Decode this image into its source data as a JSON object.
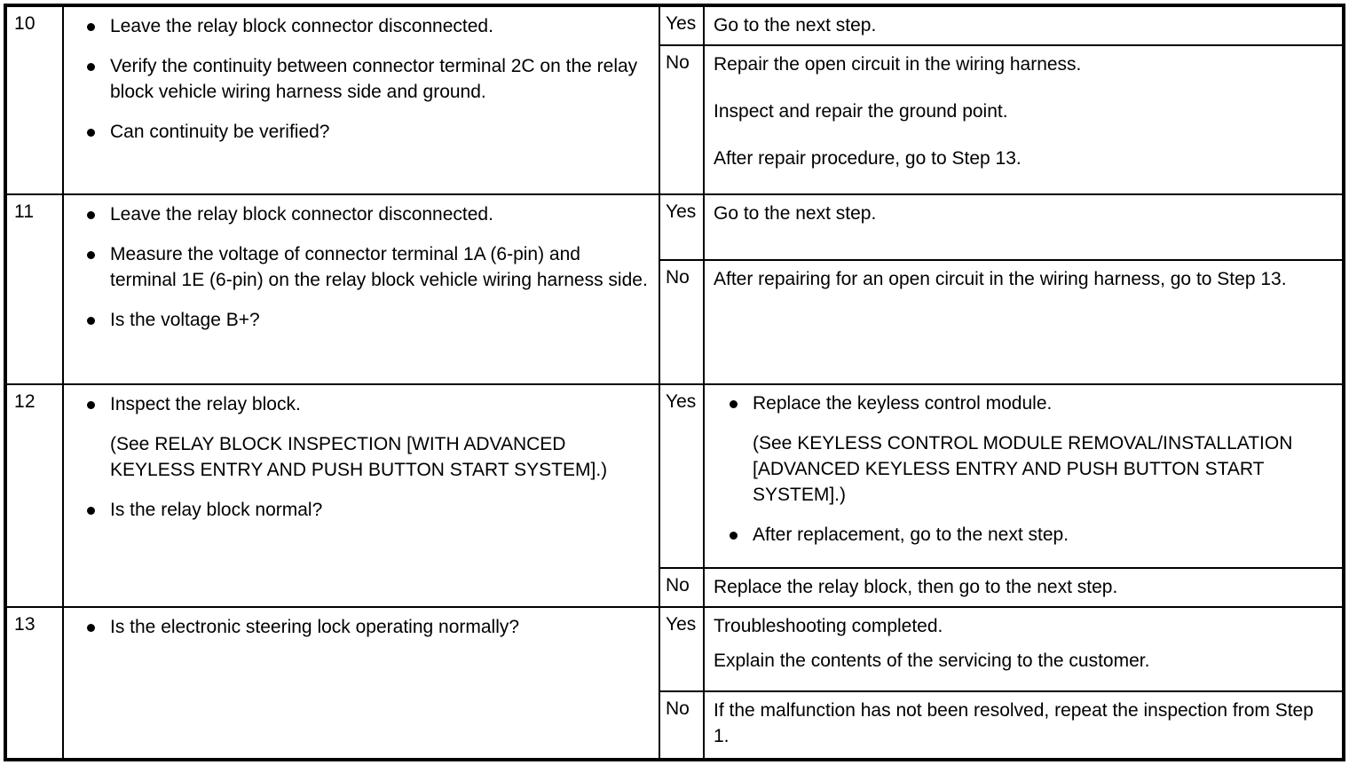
{
  "table": {
    "steps": [
      {
        "number": "10",
        "procedure": [
          {
            "kind": "bullet",
            "text": "Leave the relay block connector disconnected."
          },
          {
            "kind": "bullet",
            "text": "Verify the continuity between connector terminal 2C on the relay block vehicle wiring harness side and ground."
          },
          {
            "kind": "bullet",
            "text": "Can continuity be verified?"
          }
        ],
        "answers": [
          {
            "key": "Yes",
            "blocks": [
              {
                "kind": "plain",
                "text": "Go to the next step."
              }
            ]
          },
          {
            "key": "No",
            "blocks": [
              {
                "kind": "plain",
                "text": "Repair the open circuit in the wiring harness."
              },
              {
                "kind": "plain",
                "text": "Inspect and repair the ground point."
              },
              {
                "kind": "plain",
                "text": "After repair procedure, go to Step 13."
              }
            ]
          }
        ]
      },
      {
        "number": "11",
        "procedure": [
          {
            "kind": "bullet",
            "text": "Leave the relay block connector disconnected."
          },
          {
            "kind": "bullet",
            "text": "Measure the voltage of connector terminal 1A (6-pin) and terminal 1E (6-pin) on the relay block vehicle wiring harness side."
          },
          {
            "kind": "bullet",
            "text": "Is the voltage B+?"
          }
        ],
        "answers": [
          {
            "key": "Yes",
            "blocks": [
              {
                "kind": "plain",
                "text": "Go to the next step."
              }
            ]
          },
          {
            "key": "No",
            "blocks": [
              {
                "kind": "plain",
                "text": "After repairing for an open circuit in the wiring harness, go to Step 13."
              }
            ]
          }
        ]
      },
      {
        "number": "12",
        "procedure": [
          {
            "kind": "bullet",
            "text": "Inspect the relay block."
          },
          {
            "kind": "cont",
            "text": "(See RELAY BLOCK INSPECTION [WITH ADVANCED KEYLESS ENTRY AND PUSH BUTTON START SYSTEM].)"
          },
          {
            "kind": "bullet",
            "text": "Is the relay block normal?"
          }
        ],
        "answers": [
          {
            "key": "Yes",
            "blocks": [
              {
                "kind": "bullet",
                "text": "Replace the keyless control module."
              },
              {
                "kind": "cont",
                "text": "(See KEYLESS CONTROL MODULE REMOVAL/INSTALLATION [ADVANCED KEYLESS ENTRY AND PUSH BUTTON START SYSTEM].)"
              },
              {
                "kind": "bullet",
                "text": "After replacement, go to the next step."
              }
            ]
          },
          {
            "key": "No",
            "blocks": [
              {
                "kind": "plain",
                "text": "Replace the relay block, then go to the next step."
              }
            ]
          }
        ]
      },
      {
        "number": "13",
        "procedure": [
          {
            "kind": "bullet",
            "text": "Is the electronic steering lock operating normally?"
          }
        ],
        "answers": [
          {
            "key": "Yes",
            "blocks": [
              {
                "kind": "plain",
                "text": "Troubleshooting completed."
              },
              {
                "kind": "plain",
                "text": "Explain the contents of the servicing to the customer."
              }
            ]
          },
          {
            "key": "No",
            "blocks": [
              {
                "kind": "plain",
                "text": "If the malfunction has not been resolved, repeat the inspection from Step 1."
              }
            ]
          }
        ]
      }
    ]
  }
}
